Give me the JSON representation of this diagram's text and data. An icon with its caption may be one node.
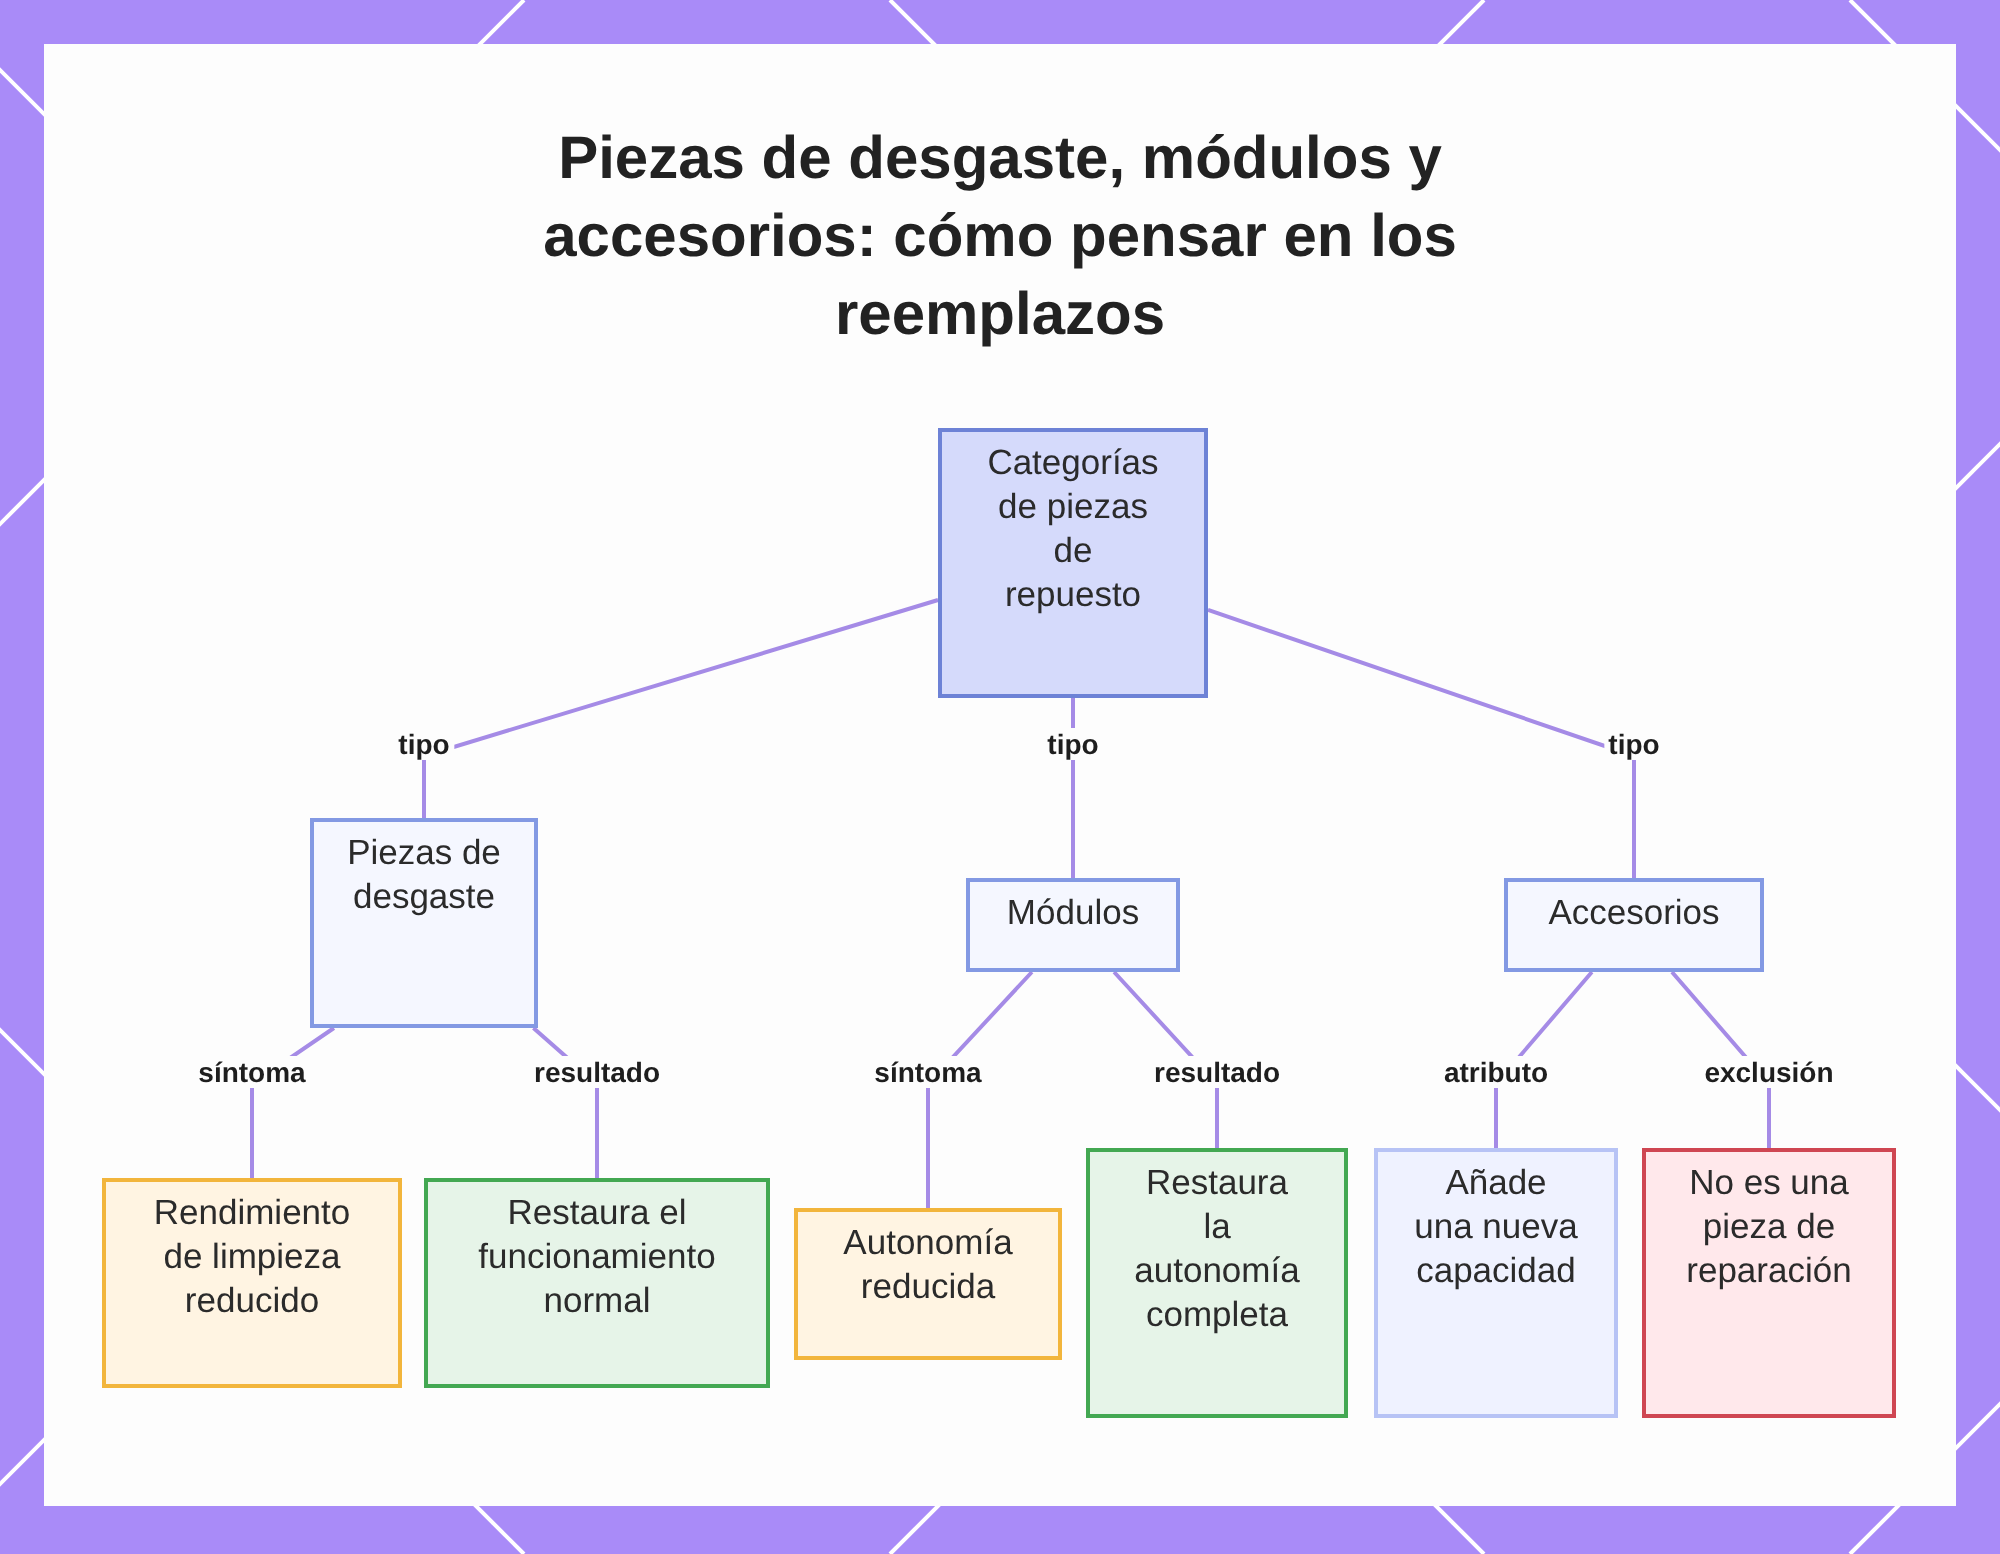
{
  "diagram": {
    "title": "Piezas de desgaste, módulos y accesorios: cómo pensar en los reemplazos",
    "nodes": [
      {
        "text": [
          "Categorías de piezas de repuesto"
        ]
      },
      {
        "text": [
          "Piezas de desgaste"
        ]
      },
      {
        "text": [
          "Módulos"
        ]
      },
      {
        "text": [
          "Accesorios"
        ]
      },
      {
        "text": [
          "Rendimiento de limpieza reducido"
        ]
      },
      {
        "text": [
          "Restaura el funcionamiento normal"
        ]
      },
      {
        "text": [
          "Autonomía reducida"
        ]
      },
      {
        "text": [
          "Restaura la autonomía completa"
        ]
      },
      {
        "text": [
          "Añade una nueva capacidad"
        ]
      },
      {
        "text": [
          "No es una pieza de reparación"
        ]
      }
    ],
    "edges": [
      {
        "from": 0,
        "to": 1,
        "arrow": "none",
        "label": "tipo"
      },
      {
        "from": 0,
        "to": 2,
        "arrow": "none",
        "label": "tipo"
      },
      {
        "from": 0,
        "to": 3,
        "arrow": "none",
        "label": "tipo"
      },
      {
        "from": 1,
        "to": 4,
        "arrow": "none",
        "label": "síntoma"
      },
      {
        "from": 1,
        "to": 5,
        "arrow": "none",
        "label": "resultado"
      },
      {
        "from": 2,
        "to": 6,
        "arrow": "none",
        "label": "síntoma"
      },
      {
        "from": 2,
        "to": 7,
        "arrow": "none",
        "label": "resultado"
      },
      {
        "from": 3,
        "to": 8,
        "arrow": "none",
        "label": "atributo"
      },
      {
        "from": 3,
        "to": 9,
        "arrow": "none",
        "label": "exclusión"
      }
    ]
  }
}
